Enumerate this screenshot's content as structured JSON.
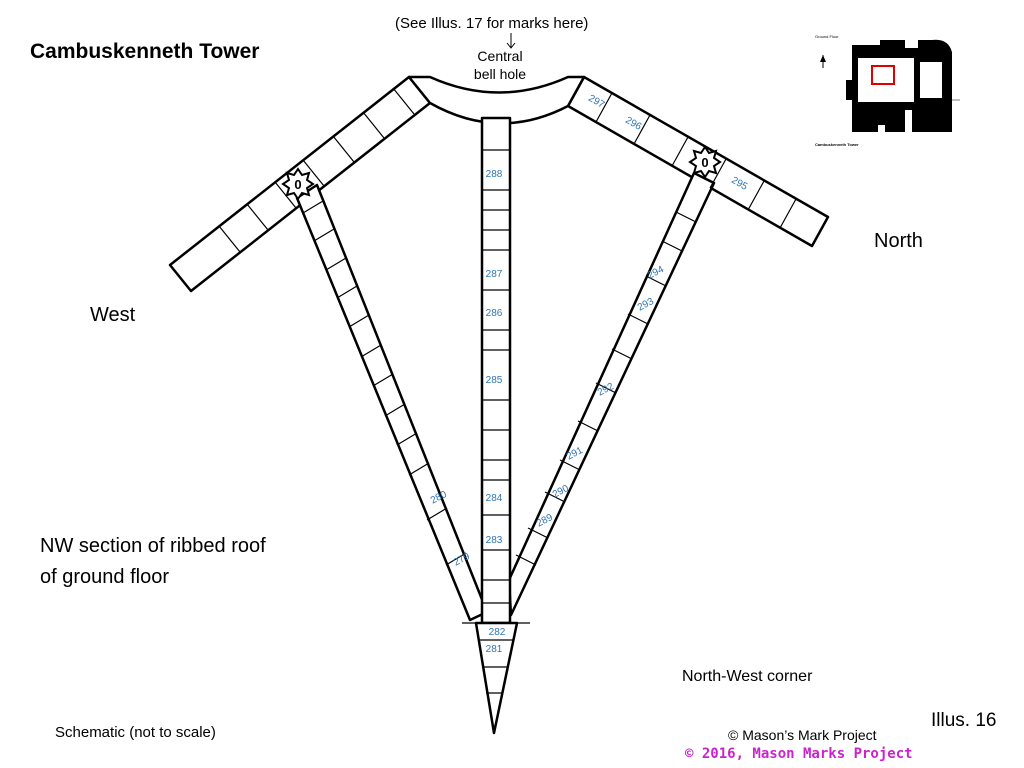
{
  "title": "Cambuskenneth Tower",
  "see_note": "(See Illus. 17 for marks here)",
  "center_label_line1": "Central",
  "center_label_line2": "bell hole",
  "directions": {
    "north": "North",
    "west": "West"
  },
  "section_label_line1": "NW section of ribbed roof",
  "section_label_line2": "of ground floor",
  "corner_label": "North-West corner",
  "schematic_note": "Schematic (not to scale)",
  "illus_number": "Illus. 16",
  "copyright": "© Mason’s Mark Project",
  "copyright_watermark": "© 2016, Mason Marks Project",
  "mark_color": "#2e75b6",
  "watermark_color": "#cc22cc",
  "sun_mark_symbol": "0",
  "marks": {
    "m279": "279",
    "m280": "280",
    "m281": "281",
    "m282": "282",
    "m283": "283",
    "m284": "284",
    "m285": "285",
    "m286": "286",
    "m287": "287",
    "m288": "288",
    "m289": "289",
    "m290": "290",
    "m291": "291",
    "m292": "292",
    "m293": "293",
    "m294": "294",
    "m295": "295",
    "m296": "296",
    "m297": "297"
  },
  "inset": {
    "title": "Cambuskenneth Tower",
    "subtitle": "Ground Floor"
  }
}
